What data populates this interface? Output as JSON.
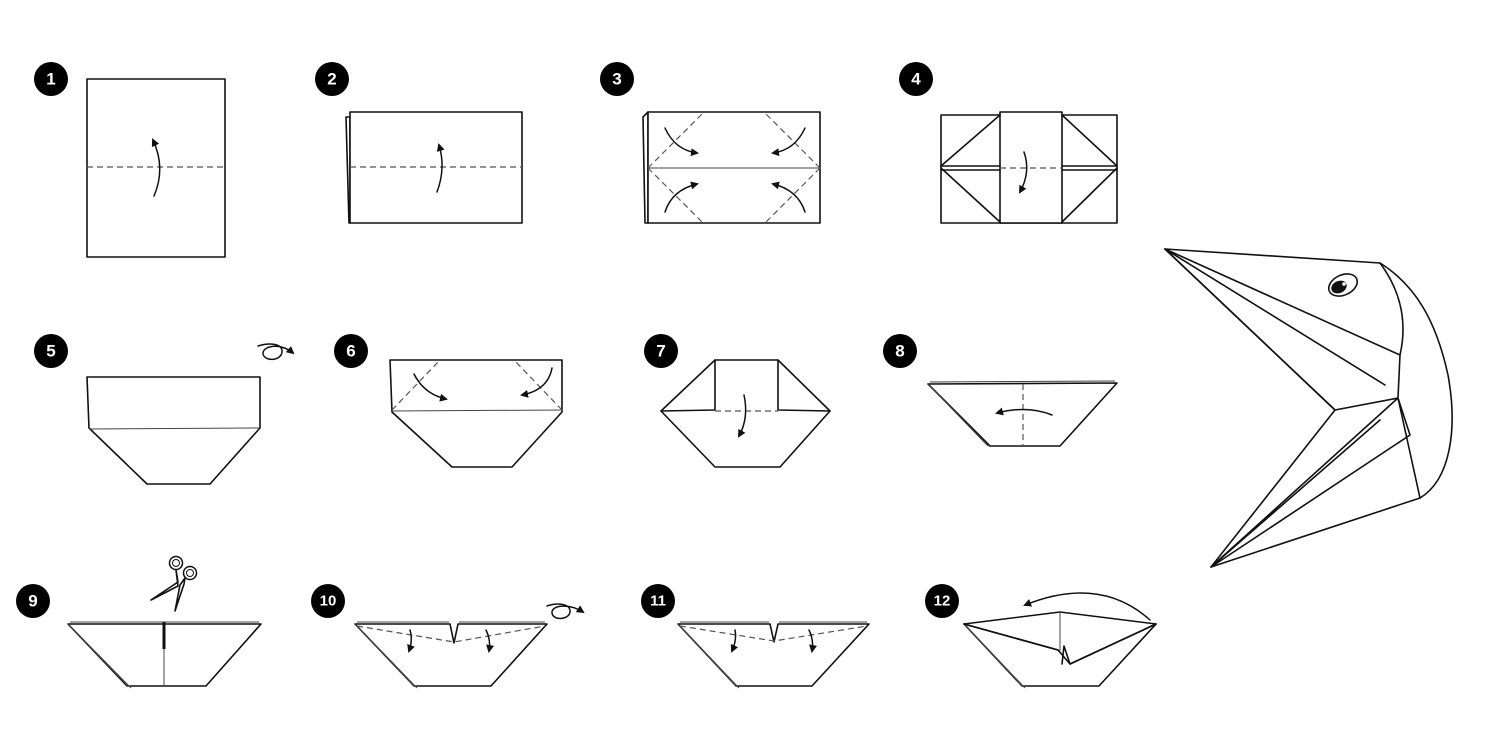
{
  "steps": [
    {
      "number": "1"
    },
    {
      "number": "2"
    },
    {
      "number": "3"
    },
    {
      "number": "4"
    },
    {
      "number": "5"
    },
    {
      "number": "6"
    },
    {
      "number": "7"
    },
    {
      "number": "8"
    },
    {
      "number": "9"
    },
    {
      "number": "10"
    },
    {
      "number": "11"
    },
    {
      "number": "12"
    }
  ],
  "colors": {
    "badge": "#000000",
    "badge_text": "#ffffff",
    "line": "#111111",
    "background": "#ffffff"
  },
  "icons": [
    "fold-arrow-icon",
    "turn-over-icon",
    "scissors-icon",
    "eye-icon"
  ]
}
